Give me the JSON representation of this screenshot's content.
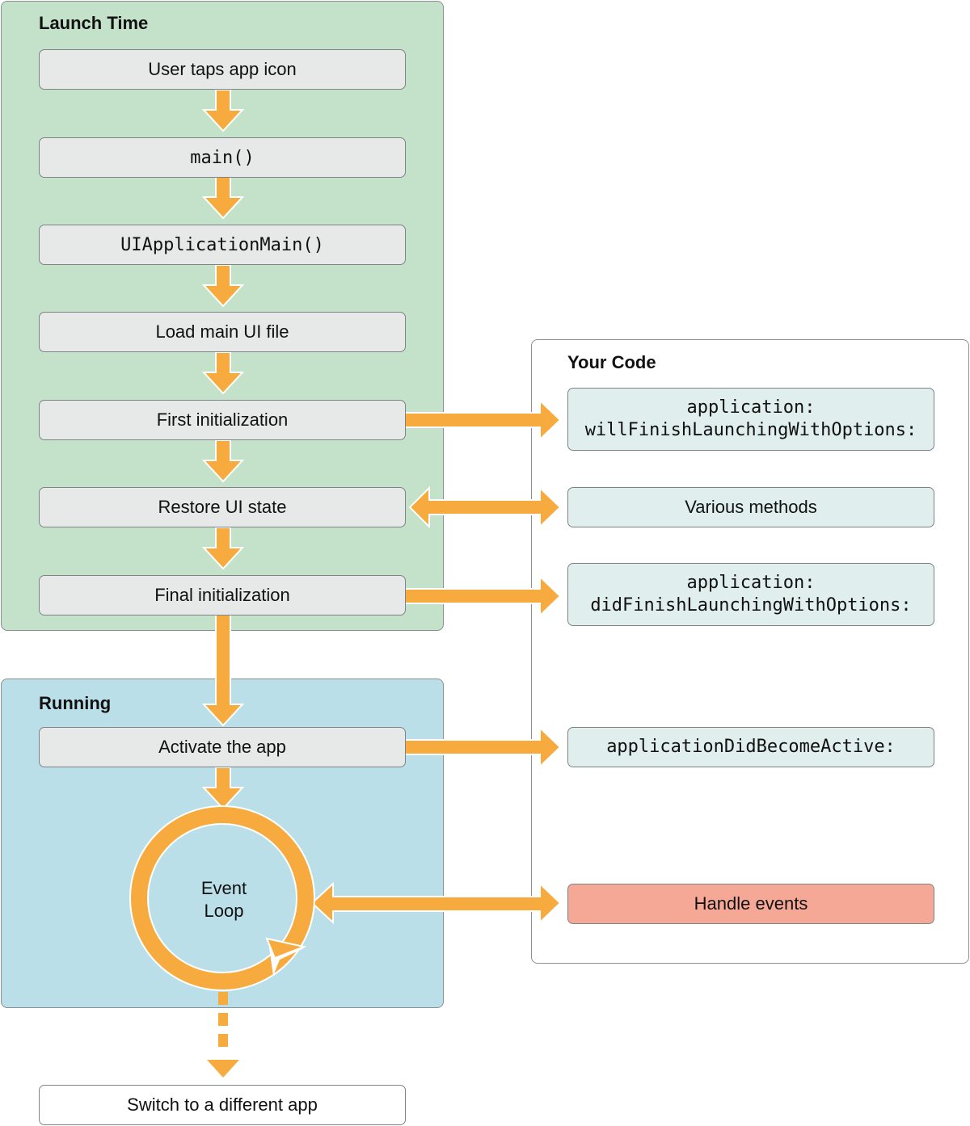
{
  "colors": {
    "launch_bg": "#c3e2c9",
    "running_bg": "#bbdfe9",
    "code_bg": "#ffffff",
    "step_bg": "#e7e8e8",
    "code_item_bg": "#e1eeee",
    "handle_events_bg": "#f5a896",
    "arrow": "#f7ab3f"
  },
  "launch_time": {
    "title": "Launch Time",
    "steps": [
      "User taps app icon",
      "main()",
      "UIApplicationMain()",
      "Load main UI file",
      "First initialization",
      "Restore UI state",
      "Final initialization"
    ]
  },
  "running": {
    "title": "Running",
    "activate": "Activate the app",
    "loop_line1": "Event",
    "loop_line2": "Loop"
  },
  "your_code": {
    "title": "Your Code",
    "will_finish_1": "application:",
    "will_finish_2": "willFinishLaunchingWithOptions:",
    "various": "Various methods",
    "did_finish_1": "application:",
    "did_finish_2": "didFinishLaunchingWithOptions:",
    "did_become_active": "applicationDidBecomeActive:",
    "handle_events": "Handle events"
  },
  "switch_app": "Switch to a different app"
}
